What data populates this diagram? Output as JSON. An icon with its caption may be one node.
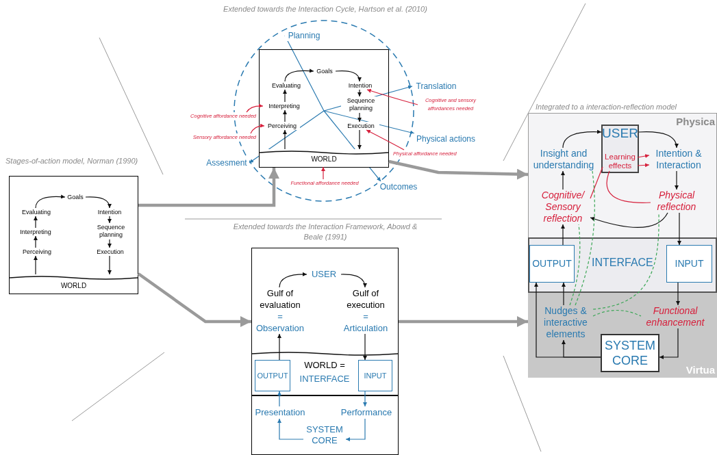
{
  "diagram": {
    "nodes": [
      {
        "text": [],
        "shape": "box"
      },
      {
        "text": [
          "Goals"
        ],
        "in": 0
      },
      {
        "text": [
          "Evaluating"
        ],
        "in": 0
      },
      {
        "text": [
          "Interpreting"
        ],
        "in": 0
      },
      {
        "text": [
          "Perceiving"
        ],
        "in": 0
      },
      {
        "text": [
          "Intention"
        ],
        "in": 0
      },
      {
        "text": [
          "Sequence planning"
        ],
        "in": 0
      },
      {
        "text": [
          "Execution"
        ],
        "in": 0
      },
      {
        "text": [
          "WORLD"
        ],
        "in": 0
      },
      {
        "text": [],
        "shape": "box"
      },
      {
        "text": [
          "Goals"
        ],
        "in": 9
      },
      {
        "text": [
          "Evaluating"
        ],
        "in": 9
      },
      {
        "text": [
          "Interpreting"
        ],
        "in": 9
      },
      {
        "text": [
          "Perceiving"
        ],
        "in": 9
      },
      {
        "text": [
          "Intention"
        ],
        "in": 9
      },
      {
        "text": [
          "Sequence planning"
        ],
        "in": 9
      },
      {
        "text": [
          "Execution"
        ],
        "in": 9
      },
      {
        "text": [
          "WORLD"
        ],
        "in": 9
      },
      {
        "text": [
          "Planning"
        ]
      },
      {
        "text": [
          "Translation"
        ]
      },
      {
        "text": [
          "Physical actions"
        ]
      },
      {
        "text": [
          "Outcomes"
        ]
      },
      {
        "text": [
          "Assesment"
        ]
      },
      {
        "text": [
          "Cognitive affordance needed"
        ]
      },
      {
        "text": [
          "Sensory affordance needed"
        ]
      },
      {
        "text": [
          "Cognitive and sensory affordances needed"
        ]
      },
      {
        "text": [
          "Physical affordance needed"
        ]
      },
      {
        "text": [
          "Functional affordance needed"
        ]
      },
      {
        "text": [],
        "shape": "box"
      },
      {
        "text": [
          "USER"
        ],
        "in": 28
      },
      {
        "text": [
          "Gulf of evaluation",
          "=",
          "Observation"
        ],
        "in": 28
      },
      {
        "text": [
          "Gulf of execution",
          "=",
          "Articulation"
        ],
        "in": 28
      },
      {
        "text": [
          "WORLD =",
          "INTERFACE"
        ],
        "in": 28
      },
      {
        "text": [
          "OUTPUT"
        ],
        "in": 32
      },
      {
        "text": [
          "INPUT"
        ],
        "in": 32
      },
      {
        "text": [
          "Presentation"
        ],
        "in": 28
      },
      {
        "text": [
          "Performance"
        ],
        "in": 28
      },
      {
        "text": [
          "SYSTEM CORE"
        ],
        "in": 28
      },
      {
        "text": [
          "Physica"
        ]
      },
      {
        "text": [
          "USER"
        ],
        "in": 38
      },
      {
        "text": [
          "Learning effects"
        ],
        "in": 39
      },
      {
        "text": [
          "Insight and understanding"
        ],
        "in": 38
      },
      {
        "text": [
          "Intention & Interaction"
        ],
        "in": 38
      },
      {
        "text": [
          "Cognitive/ Sensory reflection"
        ],
        "in": 38
      },
      {
        "text": [
          "Physical reflection"
        ],
        "in": 38
      },
      {
        "text": [
          "INTERFACE"
        ]
      },
      {
        "text": [
          "OUTPUT"
        ],
        "in": 45
      },
      {
        "text": [
          "INPUT"
        ],
        "in": 45
      },
      {
        "text": [
          "Virtua"
        ]
      },
      {
        "text": [
          "Nudges & interactive elements"
        ],
        "in": 48
      },
      {
        "text": [
          "Functional enhancement"
        ],
        "in": 48
      },
      {
        "text": [
          "SYSTEM CORE"
        ],
        "in": 48
      }
    ],
    "edges": [
      {
        "from": 2,
        "to": 1,
        "arrow": "to"
      },
      {
        "from": 1,
        "to": 5,
        "arrow": "to"
      },
      {
        "from": 3,
        "to": 2,
        "arrow": "to"
      },
      {
        "from": 4,
        "to": 3,
        "arrow": "to"
      },
      {
        "from": 8,
        "to": 4,
        "arrow": "to"
      },
      {
        "from": 5,
        "to": 6,
        "arrow": "to"
      },
      {
        "from": 6,
        "to": 7,
        "arrow": "to"
      },
      {
        "from": 7,
        "to": 8,
        "arrow": "to"
      },
      {
        "from": 11,
        "to": 10,
        "arrow": "to"
      },
      {
        "from": 10,
        "to": 14,
        "arrow": "to"
      },
      {
        "from": 12,
        "to": 11,
        "arrow": "to"
      },
      {
        "from": 13,
        "to": 12,
        "arrow": "to"
      },
      {
        "from": 17,
        "to": 13,
        "arrow": "to"
      },
      {
        "from": 14,
        "to": 15,
        "arrow": "to"
      },
      {
        "from": 15,
        "to": 16,
        "arrow": "to"
      },
      {
        "from": 16,
        "to": 17,
        "arrow": "to"
      },
      {
        "from": null,
        "to": 18,
        "arrow": "to",
        "color": "#2a7ab0"
      },
      {
        "from": null,
        "to": 19,
        "arrow": "to",
        "color": "#2a7ab0"
      },
      {
        "from": null,
        "to": 20,
        "arrow": "to",
        "color": "#2a7ab0"
      },
      {
        "from": null,
        "to": 21,
        "arrow": "to",
        "color": "#2a7ab0"
      },
      {
        "from": null,
        "to": 22,
        "arrow": "to",
        "color": "#2a7ab0"
      },
      {
        "from": 23,
        "to": 12,
        "arrow": "to",
        "color": "#d6203c"
      },
      {
        "from": 24,
        "to": 13,
        "arrow": "to",
        "color": "#d6203c"
      },
      {
        "from": 25,
        "to": 14,
        "arrow": "to",
        "color": "#d6203c"
      },
      {
        "from": 26,
        "to": 16,
        "arrow": "to",
        "color": "#d6203c"
      },
      {
        "from": 27,
        "to": 17,
        "arrow": "to",
        "color": "#d6203c"
      },
      {
        "from": 30,
        "to": 29,
        "arrow": "to"
      },
      {
        "from": 29,
        "to": 31,
        "arrow": "to"
      },
      {
        "from": 33,
        "to": 30,
        "arrow": "to"
      },
      {
        "from": 31,
        "to": 34,
        "arrow": "to"
      },
      {
        "from": 34,
        "to": 36,
        "arrow": "to",
        "color": "#2a7ab0"
      },
      {
        "from": 36,
        "to": 37,
        "arrow": "to",
        "color": "#2a7ab0"
      },
      {
        "from": 37,
        "to": 35,
        "arrow": "to",
        "color": "#2a7ab0"
      },
      {
        "from": 35,
        "to": 33,
        "arrow": "to",
        "color": "#2a7ab0"
      },
      {
        "from": 41,
        "to": 39,
        "arrow": "to"
      },
      {
        "from": 39,
        "to": 42,
        "arrow": "to"
      },
      {
        "from": 42,
        "to": 44,
        "arrow": "to"
      },
      {
        "from": 44,
        "to": 43,
        "arrow": "to"
      },
      {
        "from": 43,
        "to": 41,
        "arrow": "to"
      },
      {
        "from": 46,
        "to": 43,
        "arrow": "to"
      },
      {
        "from": 44,
        "to": 47,
        "arrow": "to"
      },
      {
        "from": 47,
        "to": 50,
        "arrow": "to"
      },
      {
        "from": 50,
        "to": 51,
        "arrow": "to"
      },
      {
        "from": 51,
        "to": 49,
        "arrow": "to"
      },
      {
        "from": 51,
        "to": 46,
        "arrow": "to"
      },
      {
        "from": 49,
        "to": 46,
        "arrow": "to"
      },
      {
        "from": 43,
        "to": 40,
        "arrow": "none",
        "color": "#d6203c"
      },
      {
        "from": 44,
        "to": 40,
        "arrow": "none",
        "color": "#d6203c"
      },
      {
        "from": 40,
        "to": 42,
        "arrow": "to",
        "color": "#d6203c"
      },
      {
        "from": 40,
        "to": 42,
        "arrow": "to",
        "color": "#d6203c"
      },
      {
        "from": 49,
        "to": 41,
        "arrow": "none",
        "style": "dashed",
        "color": "#3aa655"
      },
      {
        "from": 49,
        "to": 43,
        "arrow": "none",
        "style": "dashed",
        "color": "#3aa655"
      },
      {
        "from": 49,
        "to": 44,
        "arrow": "none",
        "style": "dashed",
        "color": "#3aa655"
      },
      {
        "from": 49,
        "to": 50,
        "arrow": "none",
        "style": "dashed",
        "color": "#3aa655"
      },
      {
        "from": 0,
        "to": 9,
        "arrow": "to",
        "style": "thick",
        "color": "#9a9a9a"
      },
      {
        "from": 0,
        "to": 28,
        "arrow": "to",
        "style": "thick",
        "color": "#9a9a9a"
      },
      {
        "from": 9,
        "to": 38,
        "arrow": "to",
        "style": "thick",
        "color": "#9a9a9a"
      },
      {
        "from": 28,
        "to": 48,
        "arrow": "to",
        "style": "thick",
        "color": "#9a9a9a"
      }
    ],
    "labels": [
      "Extended towards the Interaction Cycle, Hartson et al. (2010)",
      "Stages-of-action model, Norman (1990)",
      "Integrated to a interaction-reflection model",
      "Extended towards the Interaction Framework, Abowd & Beale (1991)"
    ]
  }
}
